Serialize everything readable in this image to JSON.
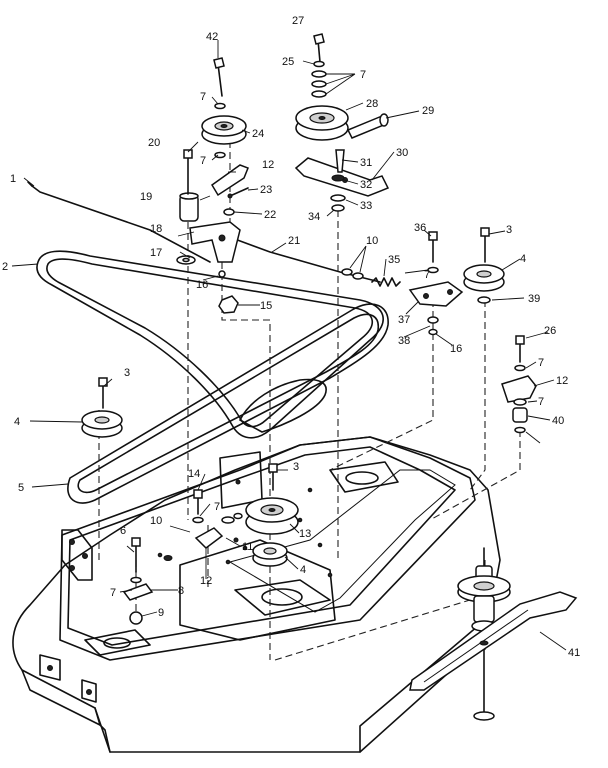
{
  "callouts": [
    {
      "label": "1"
    },
    {
      "label": "2"
    },
    {
      "label": "3"
    },
    {
      "label": "4"
    },
    {
      "label": "3"
    },
    {
      "label": "4"
    },
    {
      "label": "5"
    },
    {
      "label": "6"
    },
    {
      "label": "7"
    },
    {
      "label": "7"
    },
    {
      "label": "7"
    },
    {
      "label": "7"
    },
    {
      "label": "7"
    },
    {
      "label": "7"
    },
    {
      "label": "7"
    },
    {
      "label": "7"
    },
    {
      "label": "8"
    },
    {
      "label": "9"
    },
    {
      "label": "10"
    },
    {
      "label": "10"
    },
    {
      "label": "11"
    },
    {
      "label": "12"
    },
    {
      "label": "12"
    },
    {
      "label": "12"
    },
    {
      "label": "13"
    },
    {
      "label": "14"
    },
    {
      "label": "15"
    },
    {
      "label": "16"
    },
    {
      "label": "16"
    },
    {
      "label": "17"
    },
    {
      "label": "18"
    },
    {
      "label": "19"
    },
    {
      "label": "20"
    },
    {
      "label": "21"
    },
    {
      "label": "22"
    },
    {
      "label": "23"
    },
    {
      "label": "24"
    },
    {
      "label": "25"
    },
    {
      "label": "26"
    },
    {
      "label": "27"
    },
    {
      "label": "28"
    },
    {
      "label": "29"
    },
    {
      "label": "30"
    },
    {
      "label": "31"
    },
    {
      "label": "32"
    },
    {
      "label": "33"
    },
    {
      "label": "34"
    },
    {
      "label": "35"
    },
    {
      "label": "36"
    },
    {
      "label": "37"
    },
    {
      "label": "38"
    },
    {
      "label": "39"
    },
    {
      "label": "40"
    },
    {
      "label": "41"
    },
    {
      "label": "42"
    },
    {
      "label": "3"
    },
    {
      "label": "4"
    }
  ]
}
